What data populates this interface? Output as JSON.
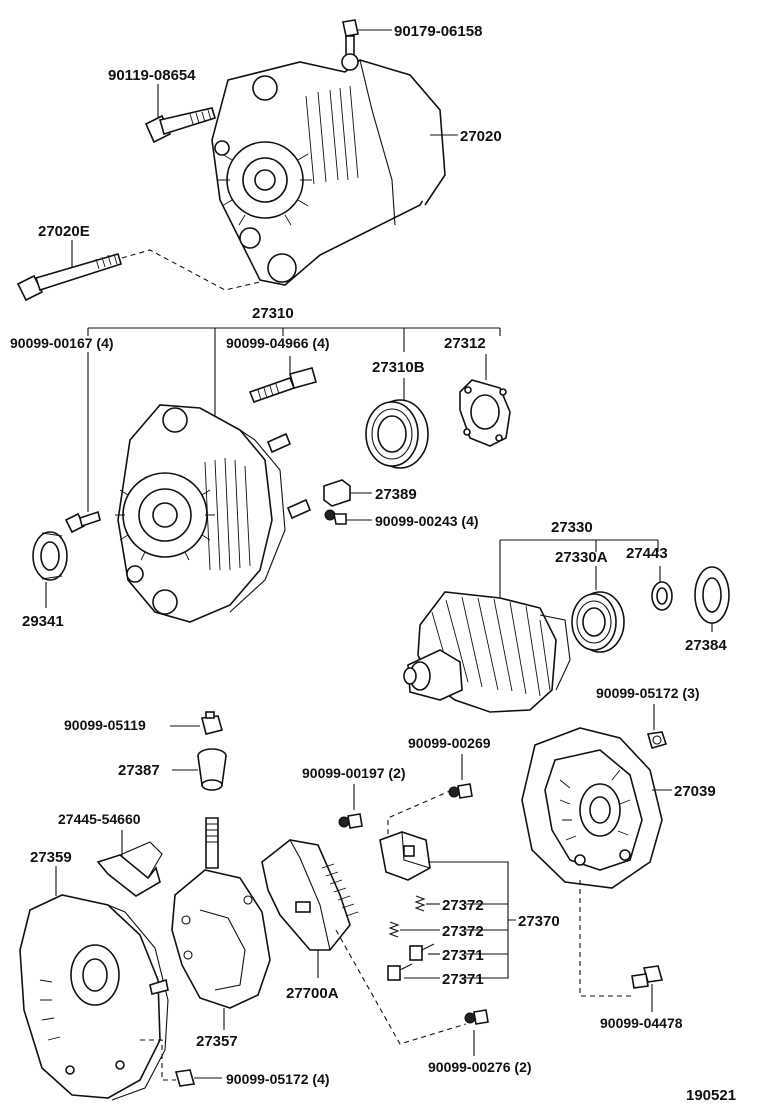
{
  "diagram_id": "190521",
  "labels": {
    "p90179_06158": "90179-06158",
    "p90119_08654": "90119-08654",
    "p27020": "27020",
    "p27020E": "27020E",
    "p27310": "27310",
    "p90099_00167": "90099-00167 (4)",
    "p90099_04966": "90099-04966 (4)",
    "p27310B": "27310B",
    "p27312": "27312",
    "p27389": "27389",
    "p90099_00243": "90099-00243 (4)",
    "p29341": "29341",
    "p27330": "27330",
    "p27330A": "27330A",
    "p27443": "27443",
    "p27384": "27384",
    "p90099_05172_3": "90099-05172 (3)",
    "p90099_05119": "90099-05119",
    "p27387": "27387",
    "p90099_00269": "90099-00269",
    "p90099_00197": "90099-00197 (2)",
    "p27039": "27039",
    "p27445_54660": "27445-54660",
    "p27359": "27359",
    "p27372a": "27372",
    "p27372b": "27372",
    "p27370": "27370",
    "p27371a": "27371",
    "p27371b": "27371",
    "p27700A": "27700A",
    "p27357": "27357",
    "p90099_04478": "90099-04478",
    "p90099_00276": "90099-00276 (2)",
    "p90099_05172_4": "90099-05172 (4)"
  }
}
